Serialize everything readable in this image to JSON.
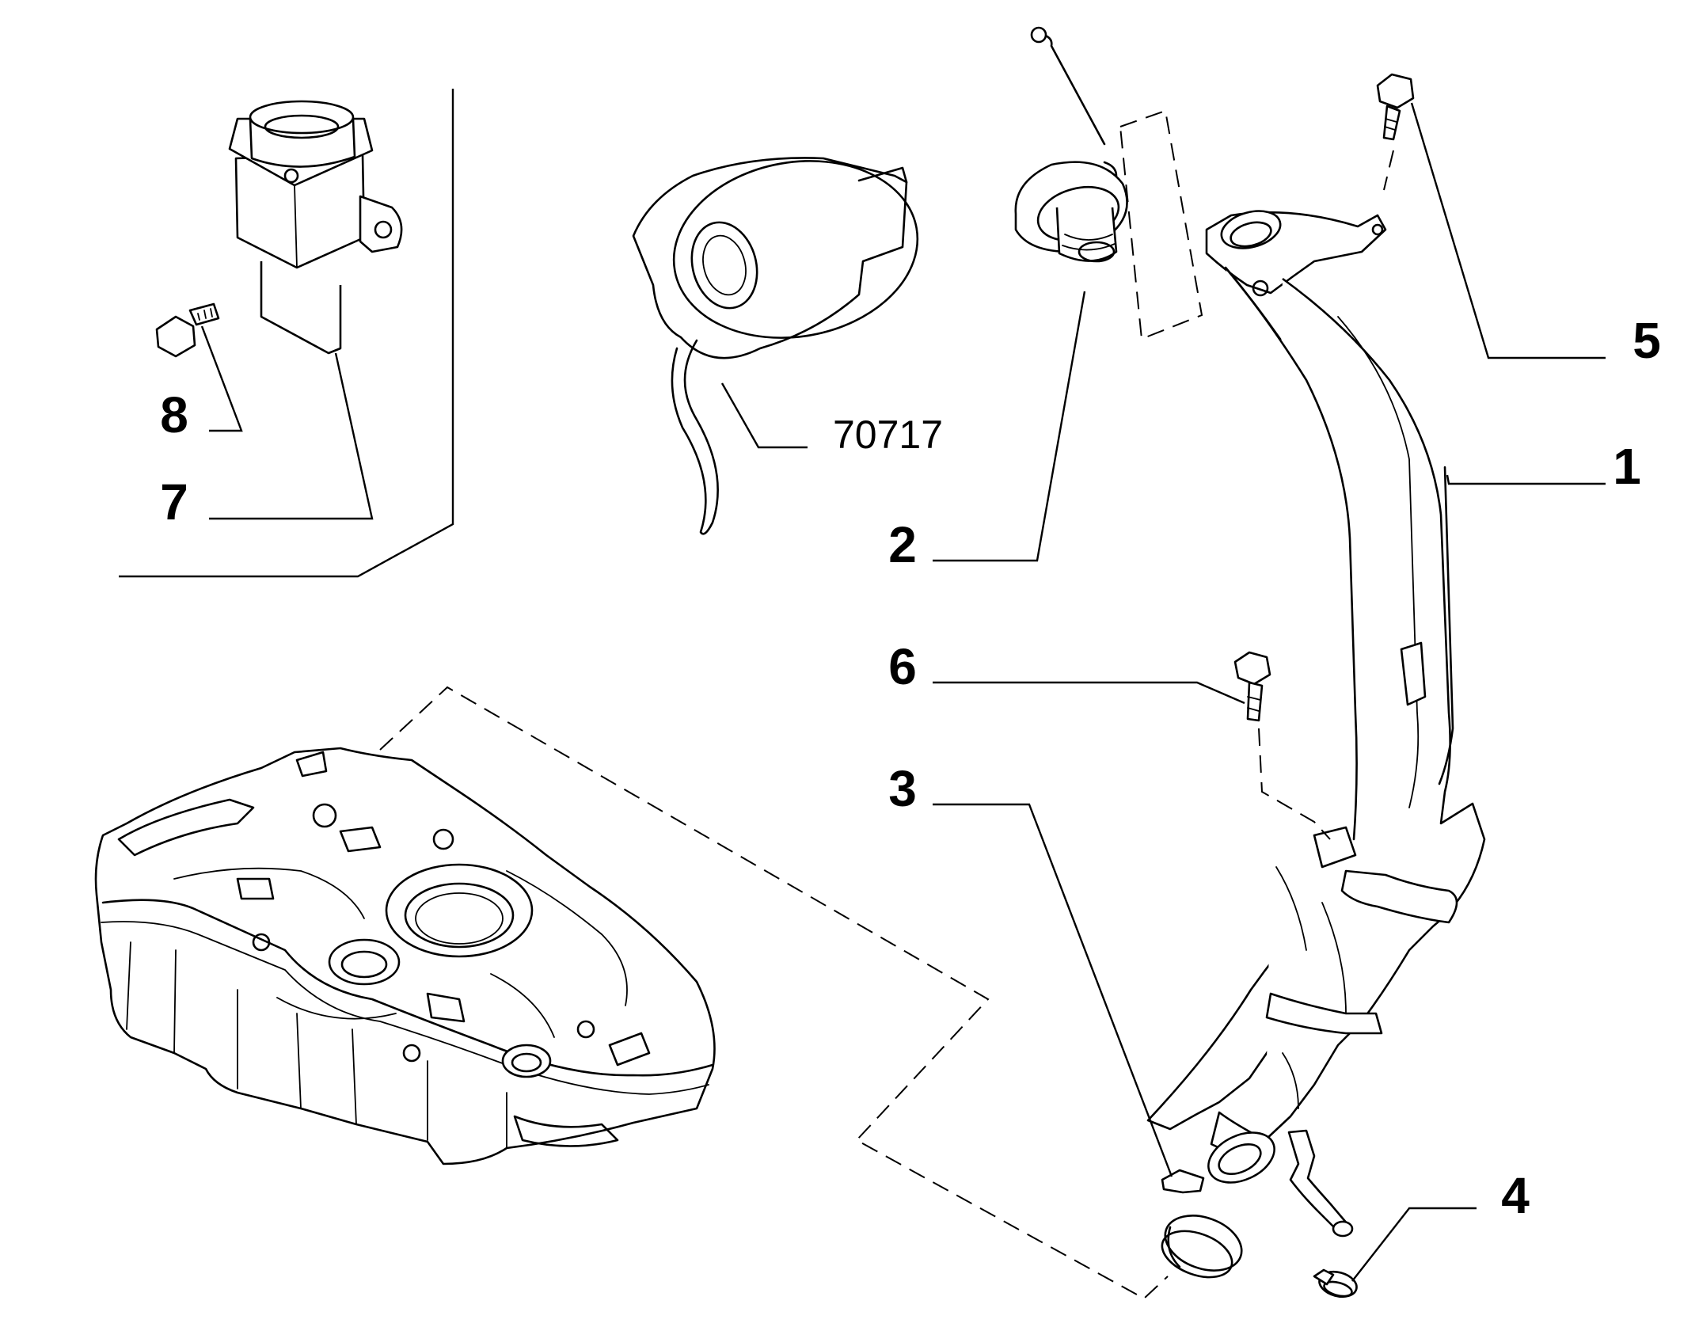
{
  "diagram": {
    "callouts": [
      {
        "id": "c1",
        "label": "1"
      },
      {
        "id": "c2",
        "label": "2"
      },
      {
        "id": "c3",
        "label": "3"
      },
      {
        "id": "c4",
        "label": "4"
      },
      {
        "id": "c5",
        "label": "5"
      },
      {
        "id": "c6",
        "label": "6"
      },
      {
        "id": "c7",
        "label": "7"
      },
      {
        "id": "c8",
        "label": "8"
      },
      {
        "id": "c70717",
        "label": "70717"
      }
    ]
  }
}
